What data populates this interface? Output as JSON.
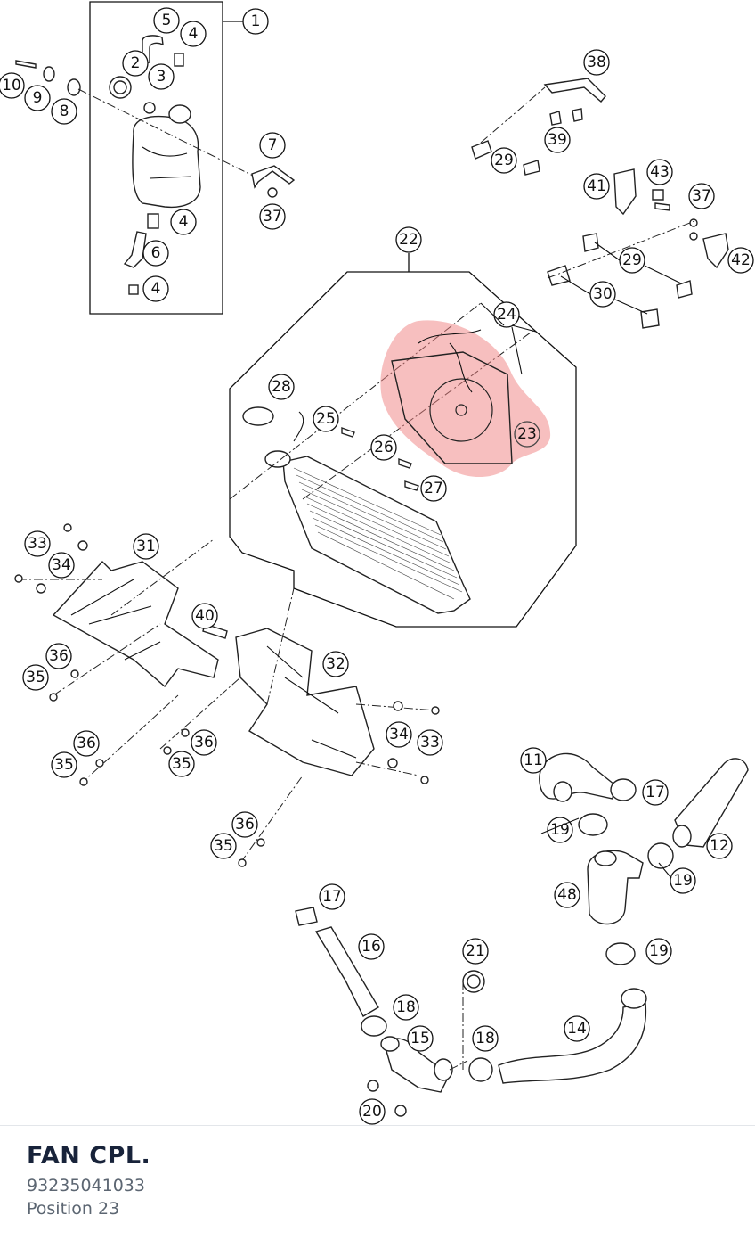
{
  "selected_part": {
    "name": "FAN CPL.",
    "number": "93235041033",
    "position": "Position 23"
  },
  "highlight_color": "#f08080",
  "callouts": {
    "c1": "1",
    "c2": "2",
    "c3": "3",
    "c4a": "4",
    "c4b": "4",
    "c4c": "4",
    "c5": "5",
    "c6": "6",
    "c7": "7",
    "c8": "8",
    "c9": "9",
    "c10": "10",
    "c11": "11",
    "c12": "12",
    "c14": "14",
    "c15": "15",
    "c16": "16",
    "c17a": "17",
    "c17b": "17",
    "c18a": "18",
    "c18b": "18",
    "c19a": "19",
    "c19b": "19",
    "c19c": "19",
    "c20": "20",
    "c21": "21",
    "c22": "22",
    "c23": "23",
    "c24": "24",
    "c25": "25",
    "c26": "26",
    "c27": "27",
    "c28": "28",
    "c29a": "29",
    "c29b": "29",
    "c30": "30",
    "c31": "31",
    "c32": "32",
    "c33a": "33",
    "c33b": "33",
    "c34a": "34",
    "c34b": "34",
    "c35a": "35",
    "c35b": "35",
    "c35c": "35",
    "c36a": "36",
    "c36b": "36",
    "c36c": "36",
    "c36d": "36",
    "c35d": "35",
    "c37a": "37",
    "c37b": "37",
    "c38": "38",
    "c39": "39",
    "c40": "40",
    "c41": "41",
    "c42": "42",
    "c43": "43",
    "c48": "48"
  }
}
